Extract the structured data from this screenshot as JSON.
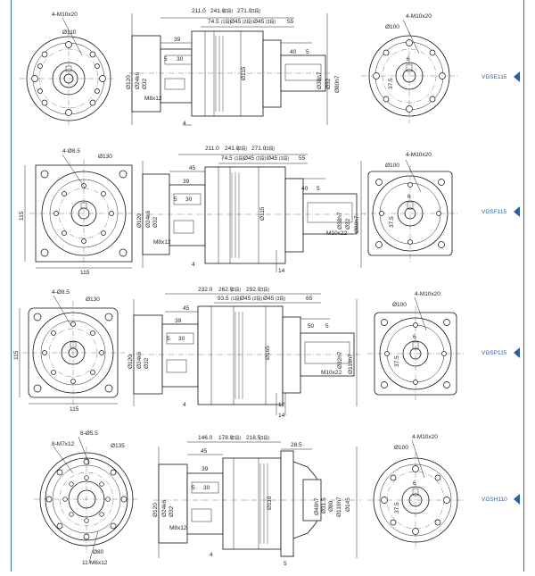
{
  "colors": {
    "accent": "#2a5fa0",
    "frame": "#3a6ea8",
    "line": "#111111"
  },
  "rows": [
    {
      "model": "VGSE115",
      "left_view": {
        "labels": [
          "4-M10x20",
          "Ø110"
        ]
      },
      "side_view": {
        "overall": "211.0",
        "overall_alt1": "241.0",
        "overall_alt1_note": "(2段)",
        "overall_alt2": "271.0",
        "overall_alt2_note": "(3段)",
        "sub1": "74.5",
        "sub1_note": "(1段)",
        "sub2": "Ø45",
        "sub2_note": "(2段)",
        "sub3": "Ø45",
        "sub3_note": "(3段)",
        "right_len": "55",
        "in_labels": [
          "39",
          "5",
          "30",
          "Ø120",
          "Ø24k6",
          "Ø32",
          "M8x12"
        ],
        "out_labels": [
          "40",
          "5",
          "Ø38h7",
          "Ø32",
          "Ø80h7"
        ],
        "center": "Ø115",
        "bottom": "4"
      },
      "right_view": {
        "labels": [
          "4-M10x20",
          "Ø100",
          "6",
          "37.5"
        ]
      }
    },
    {
      "model": "VGSF115",
      "left_view": {
        "labels": [
          "4-Ø8.5",
          "Ø130",
          "115",
          "115"
        ]
      },
      "side_view": {
        "overall": "211.0",
        "overall_alt1": "241.0",
        "overall_alt1_note": "(2段)",
        "overall_alt2": "271.0",
        "overall_alt2_note": "(3段)",
        "sub1": "74.5",
        "sub1_note": "(1段)",
        "sub2": "Ø45",
        "sub2_note": "(2段)",
        "sub3": "Ø45",
        "sub3_note": "(3段)",
        "right_len": "55",
        "in_labels": [
          "45",
          "39",
          "5",
          "30",
          "Ø120",
          "Ø24k6",
          "Ø32",
          "M8x12"
        ],
        "out_labels": [
          "40",
          "5",
          "Ø38h7",
          "Ø32",
          "Ø80h7",
          "M10x22"
        ],
        "center": "Ø115",
        "bottom": "4",
        "bottom_right": "14"
      },
      "right_view": {
        "labels": [
          "4-M10x20",
          "Ø100",
          "6",
          "37.5"
        ]
      }
    },
    {
      "model": "VGSP115",
      "left_view": {
        "labels": [
          "4-Ø8.5",
          "Ø130",
          "115",
          "115"
        ]
      },
      "side_view": {
        "overall": "232.0",
        "overall_alt1": "262.0",
        "overall_alt1_note": "(2段)",
        "overall_alt2": "292.0",
        "overall_alt2_note": "(3段)",
        "sub1": "93.5",
        "sub1_note": "(1段)",
        "sub2": "Ø45",
        "sub2_note": "(2段)",
        "sub3": "Ø45",
        "sub3_note": "(3段)",
        "right_len": "65",
        "in_labels": [
          "45",
          "39",
          "5",
          "30",
          "Ø120",
          "Ø24k6",
          "Ø32"
        ],
        "out_labels": [
          "50",
          "5",
          "Ø32h7",
          "Ø110h7",
          "M10x22"
        ],
        "center": "Ø165",
        "bottom": "4",
        "bottom_right": "12",
        "bottom_right2": "14"
      },
      "right_view": {
        "labels": [
          "4-M10x20",
          "Ø100",
          "6",
          "37.5"
        ]
      }
    },
    {
      "model": "VGSH110",
      "left_view": {
        "labels": [
          "8-Ø5.5",
          "8-M7x12",
          "Ø135",
          "Ø80",
          "11-M6x12"
        ]
      },
      "side_view": {
        "overall": "146.0",
        "overall_alt1": "178.0",
        "overall_alt1_note": "(2段)",
        "overall_alt2": "218.5",
        "overall_alt2_note": "(3段)",
        "right_len": "28.5",
        "in_labels": [
          "45",
          "39",
          "5",
          "30",
          "Ø120",
          "Ø24k6",
          "Ø32",
          "M8x12"
        ],
        "out_labels": [
          "Ø40h7",
          "Ø31.5",
          "Ø80",
          "Ø110h7",
          "Ø145"
        ],
        "center": "Ø110",
        "bottom": "4",
        "bottom_right": "5"
      },
      "right_view": {
        "labels": [
          "4-M10x20",
          "Ø100",
          "6",
          "37.5"
        ]
      }
    }
  ]
}
